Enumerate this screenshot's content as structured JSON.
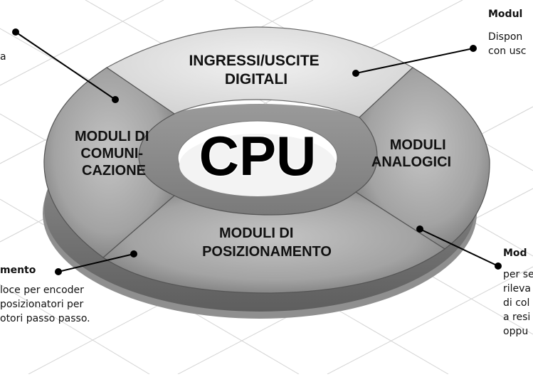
{
  "diagram": {
    "center_label": "CPU",
    "segments": [
      {
        "id": "digital-io",
        "lines": [
          "INGRESSI/USCITE",
          "DIGITALI"
        ]
      },
      {
        "id": "analog",
        "lines": [
          "MODULI",
          "ANALOGICI"
        ]
      },
      {
        "id": "positioning",
        "lines": [
          "MODULI DI",
          "POSIZIONAMENTO"
        ]
      },
      {
        "id": "communication",
        "lines": [
          "MODULI DI",
          "COMUNI-",
          "CAZIONE"
        ]
      }
    ]
  },
  "callouts": {
    "top_right": {
      "title": "Modul",
      "lines": [
        "Dispon",
        "con usc"
      ]
    },
    "top_left": {
      "lines": [
        "",
        "a"
      ]
    },
    "left": {
      "title": "mento",
      "lines": [
        "loce per encoder",
        "posizionatori per",
        "otori passo passo."
      ]
    },
    "bottom_right": {
      "title": "Mod",
      "lines": [
        "per se",
        "rileva",
        "di col",
        "a resi",
        "oppu"
      ]
    }
  },
  "colors": {
    "segment_light": "#e2e2e2",
    "segment_dark": "#a8a8a8",
    "ring_shadow": "#8a8a8a",
    "grid": "#cfcfcf"
  }
}
